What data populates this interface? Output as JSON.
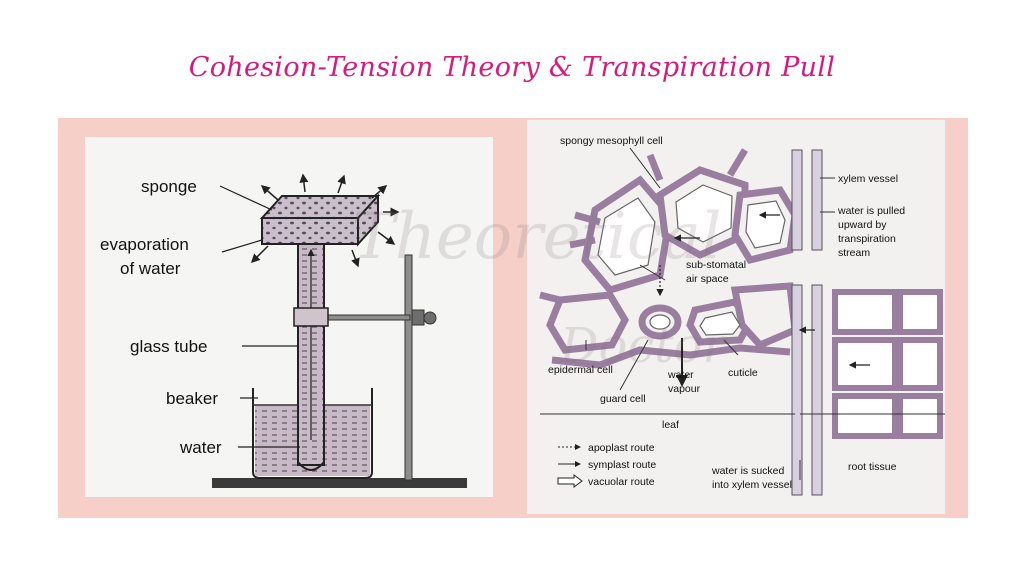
{
  "title": "Cohesion-Tension Theory & Transpiration Pull",
  "watermark": {
    "line1": "Theoretical",
    "line2": "Doctor"
  },
  "left_diagram": {
    "labels": {
      "sponge": "sponge",
      "evaporation_1": "evaporation",
      "evaporation_2": "of water",
      "glass_tube": "glass tube",
      "beaker": "beaker",
      "water": "water"
    }
  },
  "right_diagram": {
    "labels": {
      "spongy_mesophyll": "spongy mesophyll cell",
      "xylem_vessel": "xylem vessel",
      "pulled_1": "water is pulled",
      "pulled_2": "upward by",
      "pulled_3": "transpiration",
      "pulled_4": "stream",
      "substomatal_1": "sub-stomatal",
      "substomatal_2": "air space",
      "epidermal": "epidermal cell",
      "water_vapour_1": "water",
      "water_vapour_2": "vapour",
      "cuticle": "cuticle",
      "guard_cell": "guard cell",
      "leaf": "leaf",
      "root_tissue": "root tissue",
      "sucked_1": "water is sucked",
      "sucked_2": "into xylem vessel"
    },
    "legend": [
      {
        "line": "dotted",
        "label": "apoplast route"
      },
      {
        "line": "solid",
        "label": "symplast route"
      },
      {
        "line": "hollow",
        "label": "vacuolar route"
      }
    ]
  },
  "colors": {
    "title": "#d81b7a",
    "panel": "#f6cfc9",
    "cell_wall": "#9a7ea0"
  }
}
